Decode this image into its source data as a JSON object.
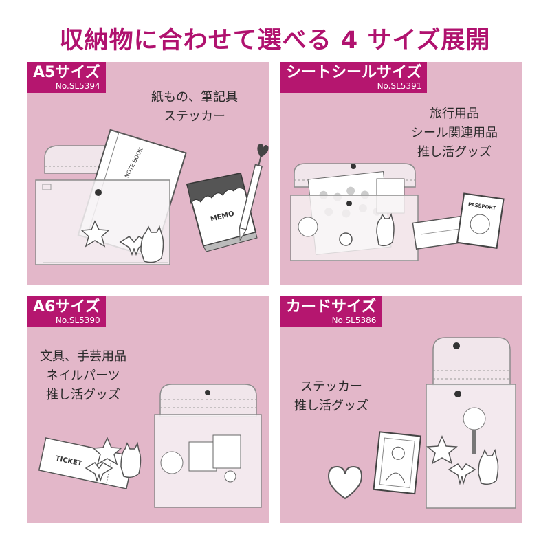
{
  "title": "収納物に合わせて選べる 4 サイズ展開",
  "panels": [
    {
      "name": "A5サイズ",
      "code": "No.SL5394",
      "lines": [
        "紙もの、筆記具",
        "ステッカー"
      ],
      "items": [
        "NOTE BOOK",
        "MEMO"
      ]
    },
    {
      "name": "シートシールサイズ",
      "code": "No.SL5391",
      "lines": [
        "旅行用品",
        "シール関連用品",
        "推し活グッズ"
      ],
      "items": [
        "PASSPORT"
      ]
    },
    {
      "name": "A6サイズ",
      "code": "No.SL5390",
      "lines": [
        "文具、手芸用品",
        "ネイルパーツ",
        "推し活グッズ"
      ],
      "items": [
        "TICKET"
      ]
    },
    {
      "name": "カードサイズ",
      "code": "No.SL5386",
      "lines": [
        "ステッカー",
        "推し活グッズ"
      ],
      "items": []
    }
  ],
  "colors": {
    "accent": "#b5166f",
    "title": "#b0126f",
    "panel": "#e3b7c9"
  }
}
